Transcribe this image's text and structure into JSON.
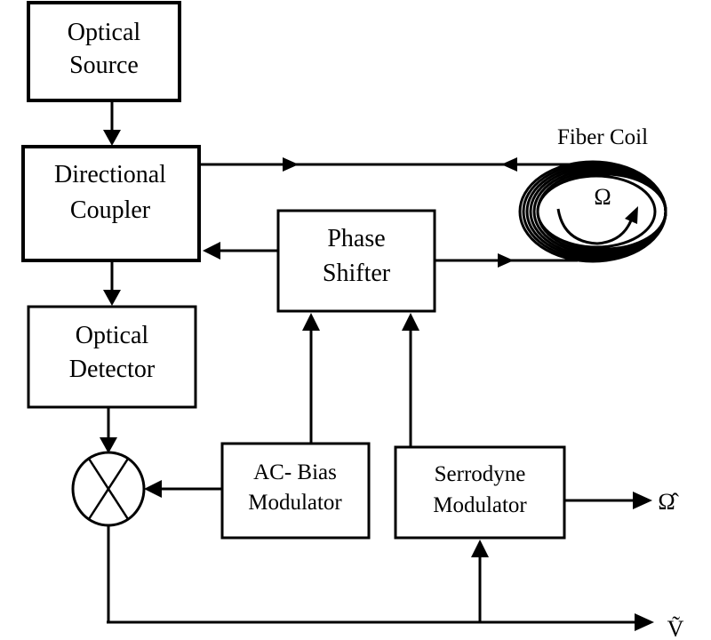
{
  "blocks": {
    "optical_source": {
      "line1": "Optical",
      "line2": "Source"
    },
    "directional_coupler": {
      "line1": "Directional",
      "line2": "Coupler"
    },
    "optical_detector": {
      "line1": "Optical",
      "line2": "Detector"
    },
    "phase_shifter": {
      "line1": "Phase",
      "line2": "Shifter"
    },
    "ac_bias_modulator": {
      "line1": "AC- Bias",
      "line2": "Modulator"
    },
    "serrodyne_modulator": {
      "line1": "Serrodyne",
      "line2": "Modulator"
    }
  },
  "fiber_coil": {
    "label": "Fiber Coil",
    "rotation_symbol": "Ω"
  },
  "outputs": {
    "omega_hat": "Ω̂",
    "v_tilde": "Ṽ"
  }
}
